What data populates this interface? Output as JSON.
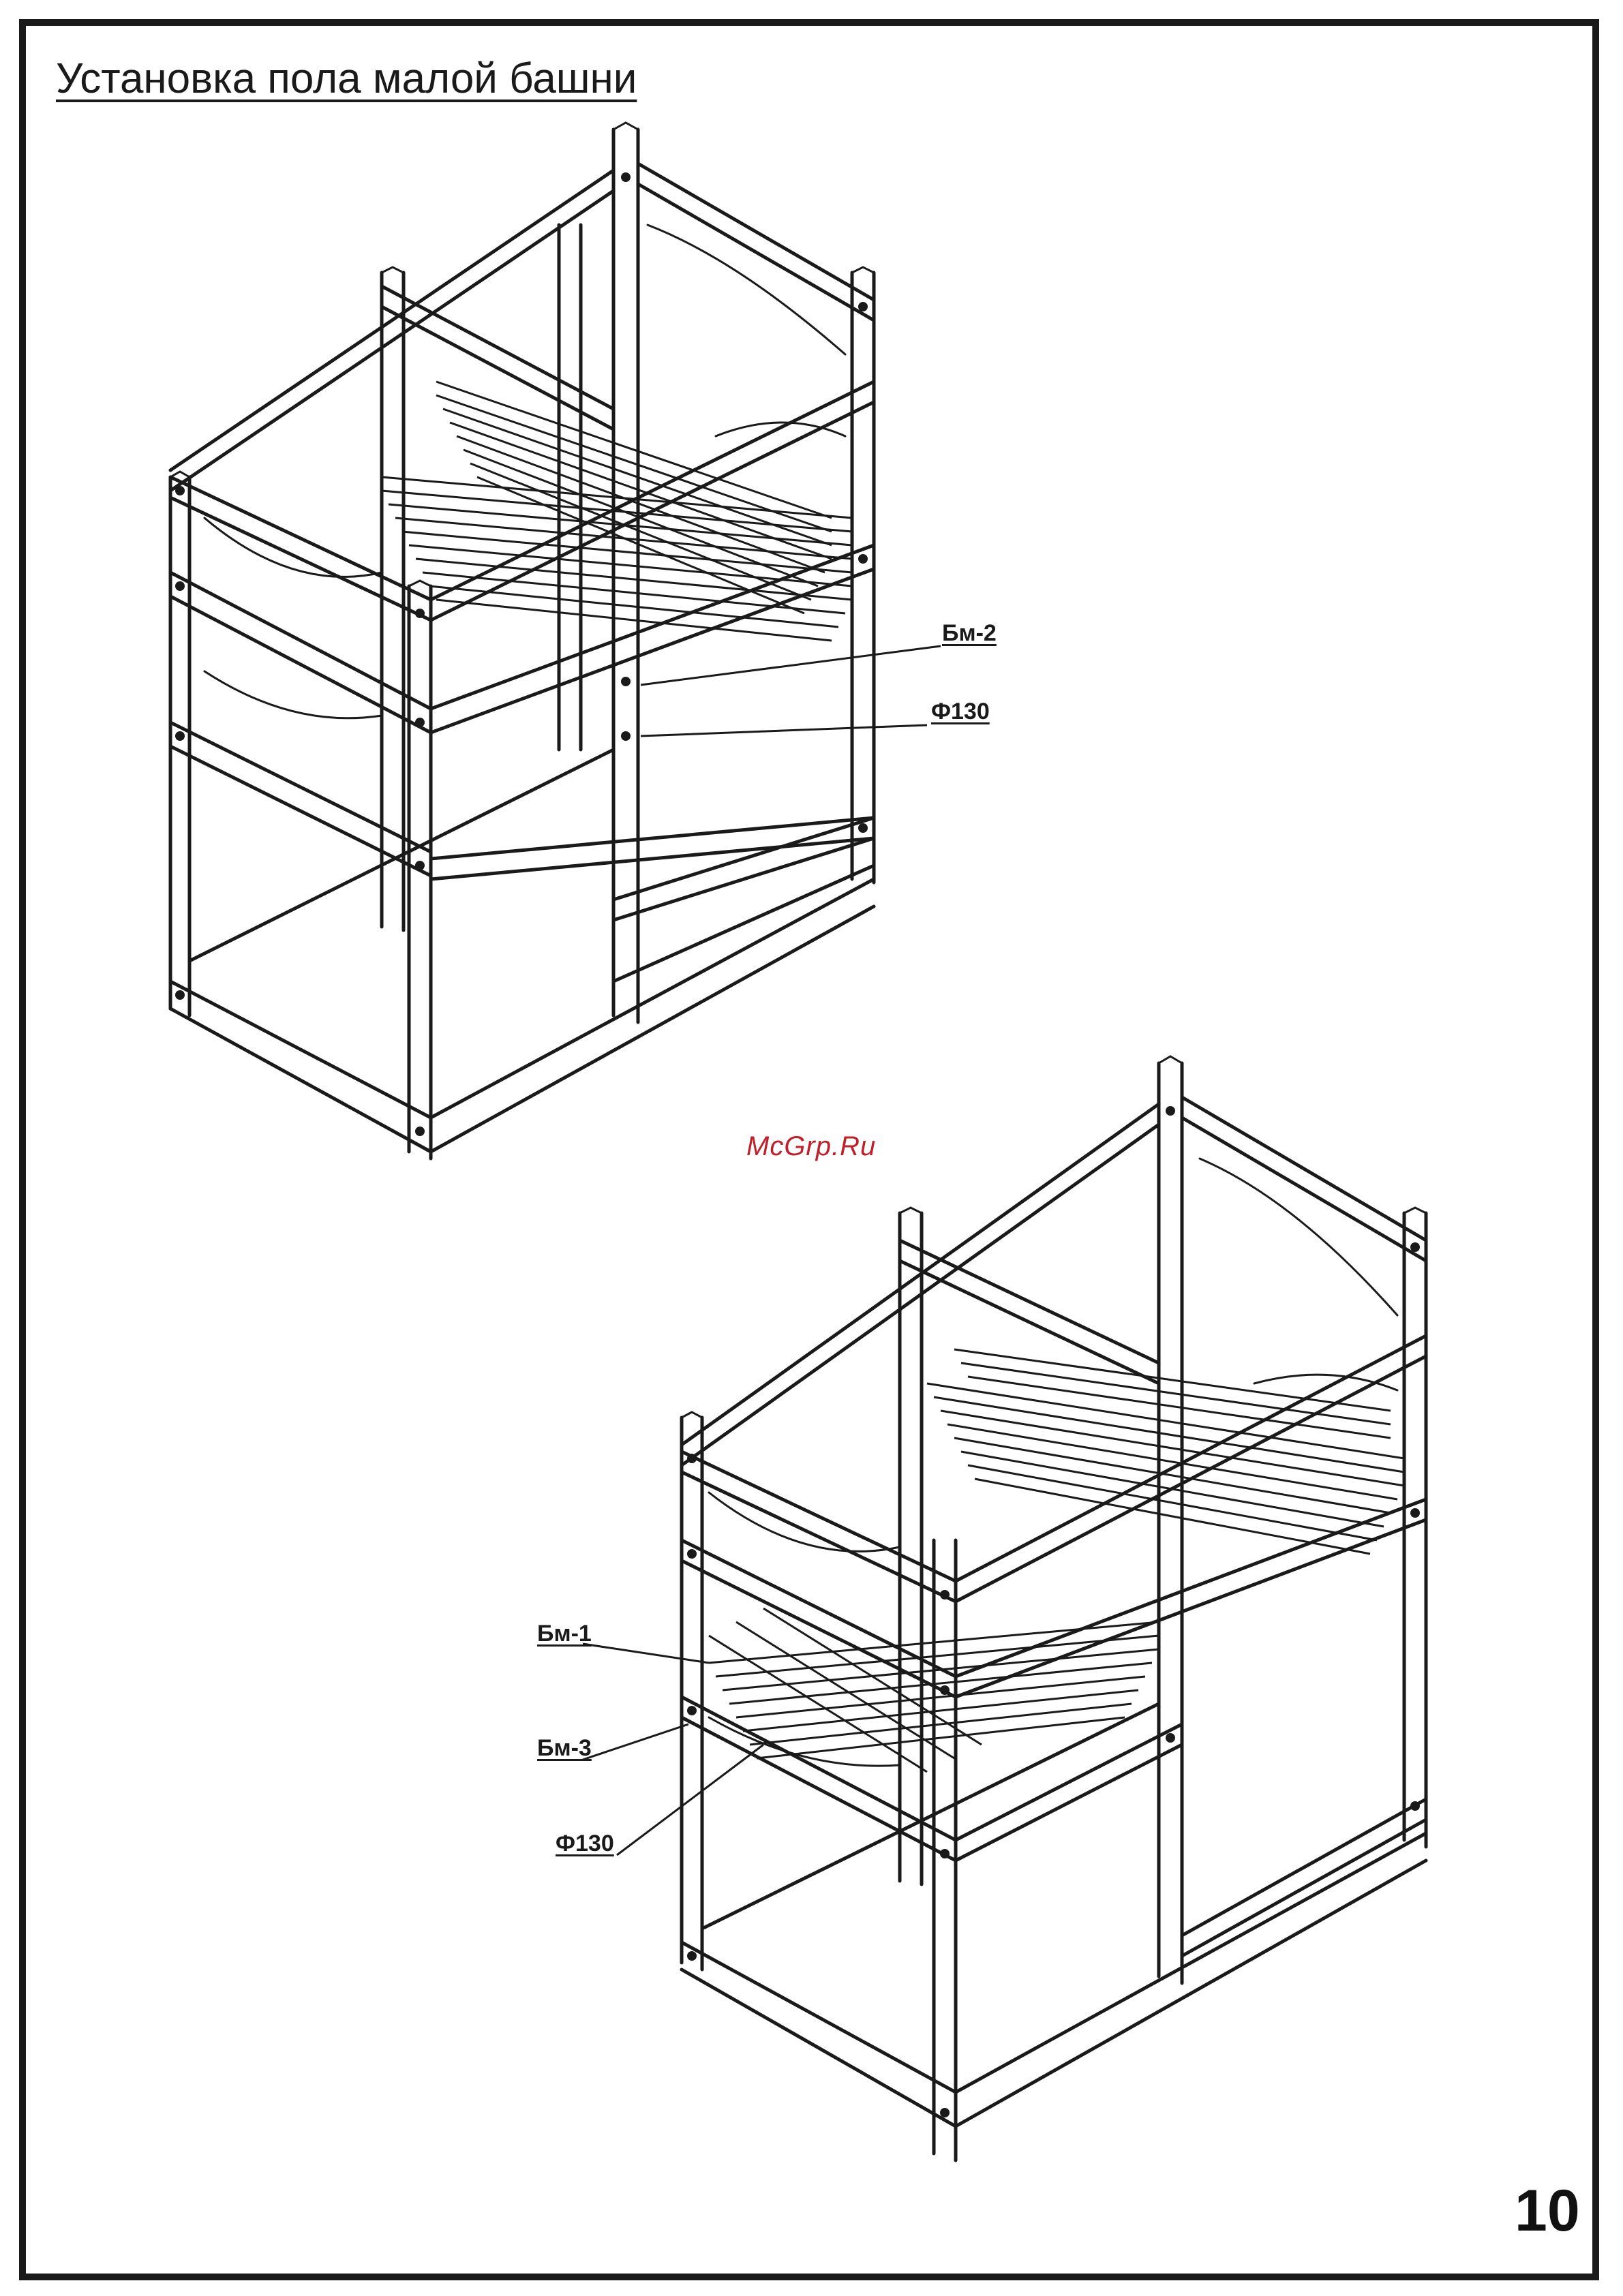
{
  "title": "Установка пола малой башни",
  "watermark": "McGrp.Ru",
  "page_number": "10",
  "callouts": {
    "top": {
      "bm2": "Бм-2",
      "phi130": "Ф130"
    },
    "bottom": {
      "bm1": "Бм-1",
      "bm3": "Бм-3",
      "phi130": "Ф130"
    }
  }
}
